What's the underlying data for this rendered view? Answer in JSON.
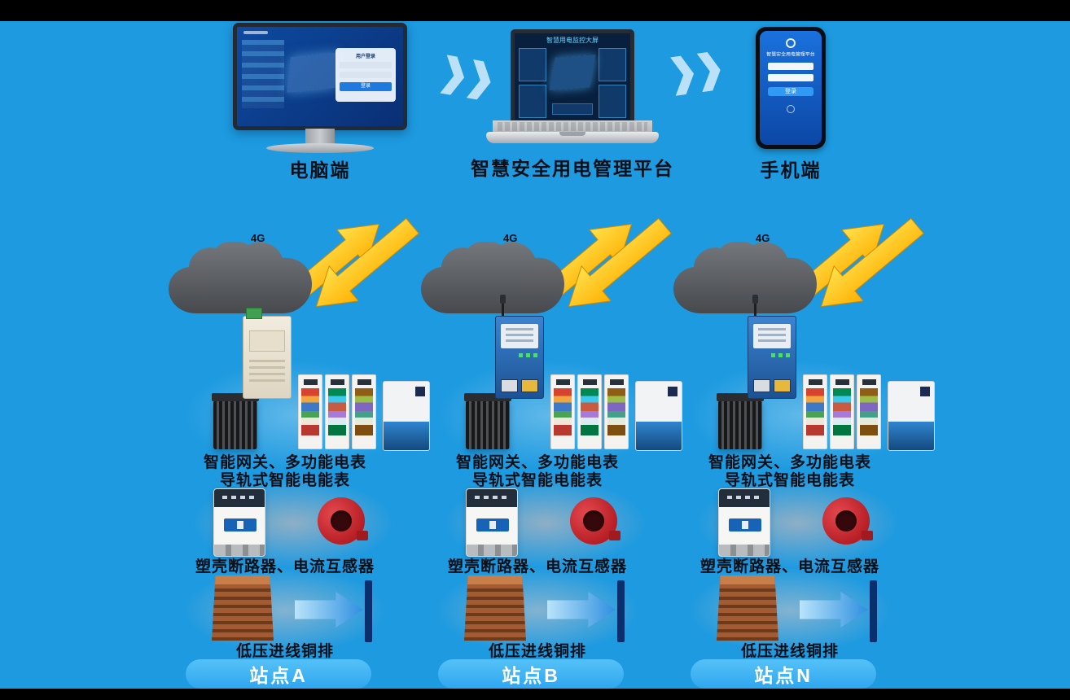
{
  "colors": {
    "background": "#1D9AE0",
    "frame_bars": "#000000",
    "cloud_gray": "#5A5E62",
    "bolt_yellow": "#FFC83D",
    "site_badge_blue": "#3FB4F4",
    "label_ink": "#0B0F18"
  },
  "header": {
    "pc_label": "电脑端",
    "platform_label": "智慧安全用电管理平台",
    "mobile_label": "手机端",
    "monitor_screen": {
      "login_title": "用户登录",
      "login_button": "登录"
    },
    "laptop_screen": {
      "title": "智慧用电监控大屏"
    },
    "phone_screen": {
      "title": "智慧安全用电管理平台",
      "login_button": "登录"
    }
  },
  "network": {
    "cloud_tag": "4G"
  },
  "site_shared": {
    "row1_label_line1": "智能网关、多功能电表",
    "row1_label_line2": "导轨式智能电能表",
    "row2_label": "塑壳断路器、电流互感器",
    "row3_label": "低压进线铜排"
  },
  "sites": [
    {
      "name": "站点A"
    },
    {
      "name": "站点B"
    },
    {
      "name": "站点N"
    }
  ]
}
